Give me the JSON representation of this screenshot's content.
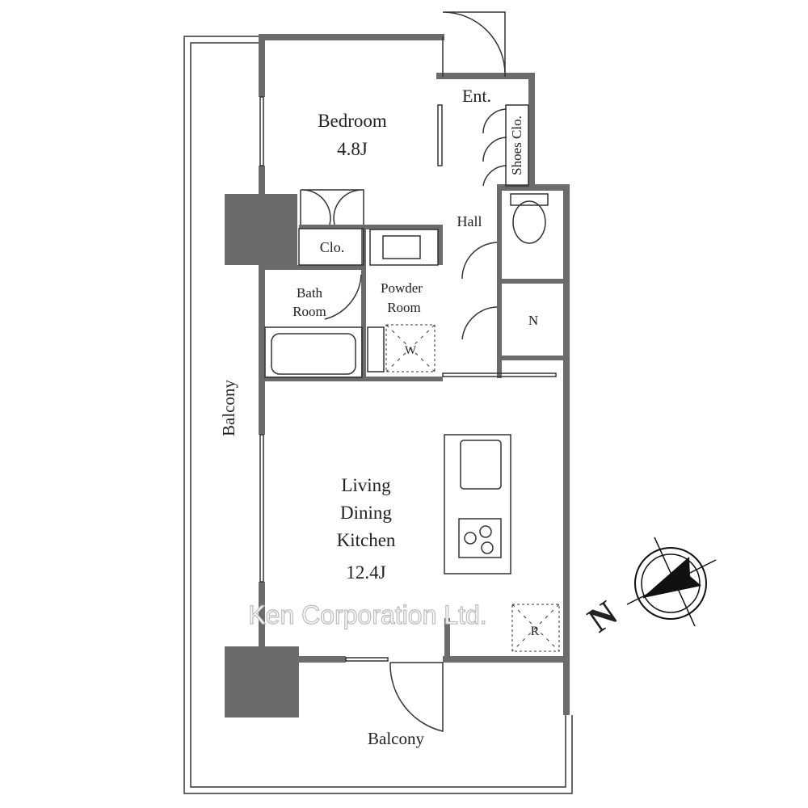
{
  "rooms": {
    "bedroom": {
      "name": "Bedroom",
      "size": "4.8J"
    },
    "entrance": "Ent.",
    "shoes_closet": "Shoes Clo.",
    "hall": "Hall",
    "closet": "Clo.",
    "bath": {
      "line1": "Bath",
      "line2": "Room"
    },
    "powder": {
      "line1": "Powder",
      "line2": "Room"
    },
    "washer": "W",
    "storage": "N",
    "ldk": {
      "line1": "Living",
      "line2": "Dining",
      "line3": "Kitchen",
      "size": "12.4J"
    },
    "refrigerator": "R",
    "balcony_side": "Balcony",
    "balcony_bottom": "Balcony"
  },
  "compass": {
    "label": "N"
  },
  "watermark": "Ken Corporation Ltd.",
  "colors": {
    "wall": "#6b6b6b",
    "line": "#333333"
  }
}
